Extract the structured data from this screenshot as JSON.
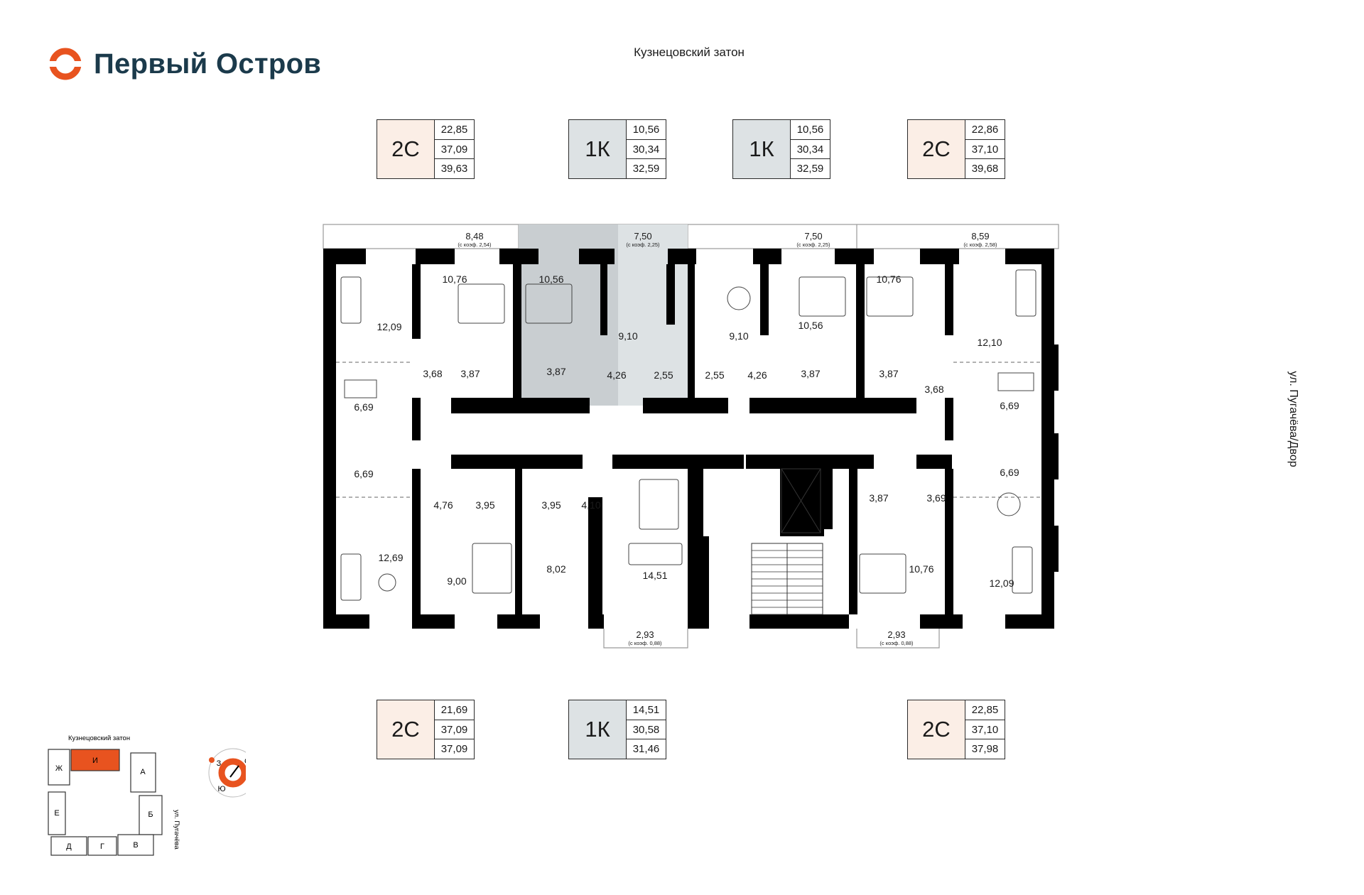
{
  "brand": {
    "name": "Первый Остров",
    "accent": "#e8531f",
    "dark": "#1b3a4b"
  },
  "labels": {
    "top_street": "Кузнецовский затон",
    "side_street": "ул. Пугачёва/Двор"
  },
  "cards_top": [
    {
      "type": "2С",
      "values": [
        "22,85",
        "37,09",
        "39,63"
      ]
    },
    {
      "type": "1К",
      "values": [
        "10,56",
        "30,34",
        "32,59"
      ]
    },
    {
      "type": "1К",
      "values": [
        "10,56",
        "30,34",
        "32,59"
      ]
    },
    {
      "type": "2С",
      "values": [
        "22,86",
        "37,10",
        "39,68"
      ]
    }
  ],
  "cards_bottom": [
    {
      "type": "2С",
      "values": [
        "21,69",
        "37,09",
        "37,09"
      ]
    },
    {
      "type": "1К",
      "values": [
        "14,51",
        "30,58",
        "31,46"
      ]
    },
    {
      "type": "2С",
      "values": [
        "22,85",
        "37,10",
        "37,98"
      ]
    }
  ],
  "balconies": [
    {
      "area": "8,48",
      "coef": "(с коэф. 2,54)"
    },
    {
      "area": "7,50",
      "coef": "(с коэф. 2,25)"
    },
    {
      "area": "7,50",
      "coef": "(с коэф. 2,25)"
    },
    {
      "area": "8,59",
      "coef": "(с коэф. 2,58)"
    },
    {
      "area": "2,93",
      "coef": "(с коэф. 0,88)"
    },
    {
      "area": "2,93",
      "coef": "(с коэф. 0,88)"
    }
  ],
  "rooms": [
    "10,76",
    "10,56",
    "9,10",
    "9,10",
    "10,56",
    "10,76",
    "12,09",
    "12,10",
    "3,68",
    "3,87",
    "3,87",
    "4,26",
    "2,55",
    "2,55",
    "4,26",
    "3,87",
    "3,87",
    "3,68",
    "6,69",
    "6,69",
    "6,69",
    "6,69",
    "4,76",
    "3,95",
    "3,95",
    "4,10",
    "3,87",
    "3,69",
    "12,69",
    "9,00",
    "8,02",
    "14,51",
    "10,76",
    "12,09"
  ],
  "minimap": {
    "title": "Кузнецовский затон",
    "street": "ул. Пугачёва",
    "sections": [
      "Ж",
      "И",
      "А",
      "Е",
      "Б",
      "Д",
      "Г",
      "В"
    ],
    "highlight_color": "#e8531f",
    "compass": [
      "З",
      "С",
      "Ю",
      "В"
    ]
  }
}
